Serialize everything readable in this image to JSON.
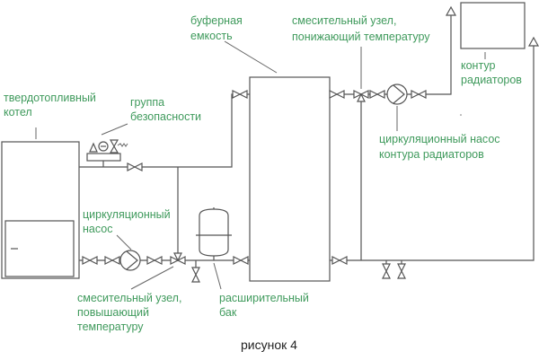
{
  "labels": {
    "boiler": [
      "твердотопливный",
      "котел"
    ],
    "safety_group": [
      "группа",
      "безопасности"
    ],
    "buffer_tank": [
      "буферная",
      "емкость"
    ],
    "mixing_lowering": [
      "смесительный узел,",
      "понижающий температуру"
    ],
    "radiator_circuit": [
      "контур",
      "радиаторов"
    ],
    "radiator_pump": [
      "циркуляционный насос",
      "контура радиаторов"
    ],
    "boiler_pump": [
      "циркуляционный",
      "насос"
    ],
    "mixing_raising": [
      "смесительный узел,",
      "повышающий",
      "температуру"
    ],
    "expansion_tank": [
      "расширительный",
      "бак"
    ]
  },
  "caption": "рисунок 4",
  "colors": {
    "label": "#3f9a5c",
    "line": "#555555",
    "caption": "#222222"
  }
}
